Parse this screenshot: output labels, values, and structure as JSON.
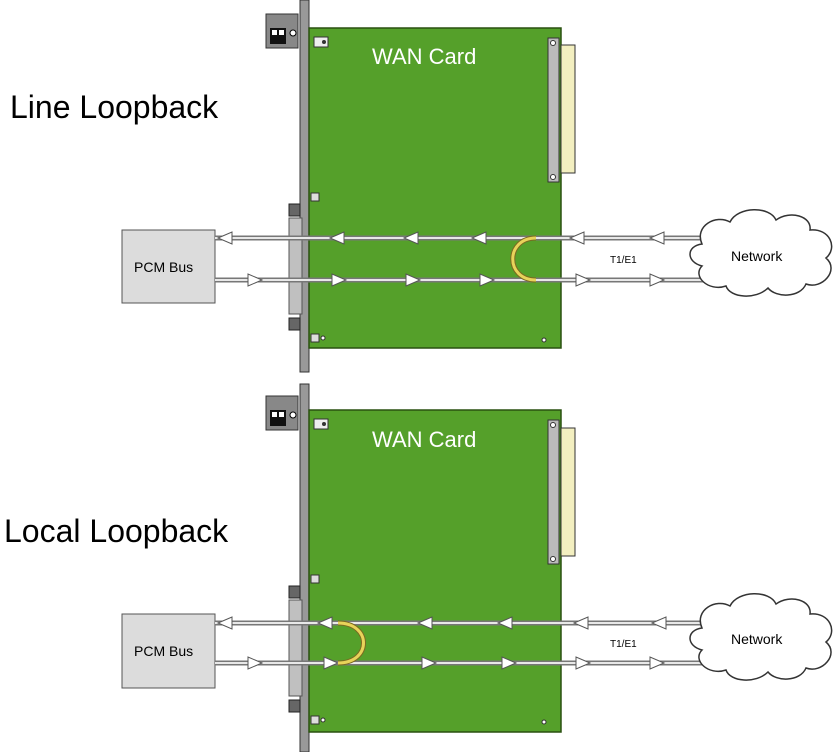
{
  "diagrams": [
    {
      "title": "Line Loopback",
      "card_label": "WAN Card",
      "pcm_label": "PCM Bus",
      "link_label": "T1/E1",
      "network_label": "Network"
    },
    {
      "title": "Local Loopback",
      "card_label": "WAN Card",
      "pcm_label": "PCM Bus",
      "link_label": "T1/E1",
      "network_label": "Network"
    }
  ],
  "colors": {
    "card_green": "#55a02a",
    "loop_yellow": "#e8d35a",
    "pcm_box": "#dcdcdc"
  }
}
